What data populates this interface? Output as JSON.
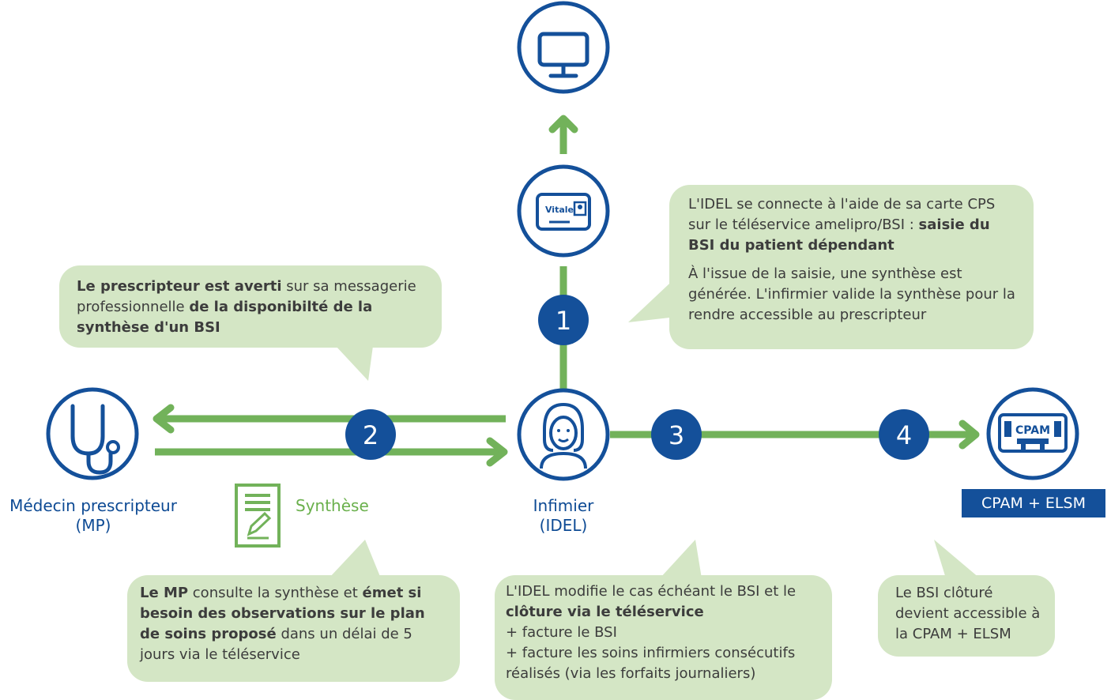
{
  "colors": {
    "blue": "#14509a",
    "green": "#72b25a",
    "bubble": "#d4e6c5",
    "text": "#3c3c3c"
  },
  "icons": [
    "monitor-icon",
    "vitale-card-icon",
    "stethoscope-icon",
    "nurse-icon",
    "cpam-building-icon",
    "document-icon"
  ],
  "vitale_label": "Vitale",
  "cpam_sign": "CPAM",
  "steps": [
    "1",
    "2",
    "3",
    "4"
  ],
  "actors": {
    "doctor": {
      "line1": "Médecin prescripteur",
      "line2": "(MP)"
    },
    "nurse": {
      "line1": "Infimier",
      "line2": "(IDEL)"
    },
    "cpam": {
      "label": "CPAM + ELSM"
    }
  },
  "synthese_label": "Synthèse",
  "bubbles": {
    "step1": {
      "p1_bold_lead": "",
      "p1_text": "L'IDEL se connecte à l'aide de sa carte CPS sur le téléservice amelipro/BSI : ",
      "p1_bold": "saisie du BSI du patient dépendant",
      "p2": "À l'issue de la saisie, une synthèse est générée. L'infirmier valide la synthèse pour la rendre accessible au prescripteur"
    },
    "averti": {
      "bold1": "Le prescripteur est averti",
      "text1": " sur sa messagerie professionnelle ",
      "bold2": "de la disponibilté de la synthèse d'un BSI"
    },
    "mp": {
      "bold1": "Le MP",
      "text1": " consulte la synthèse et ",
      "bold2": "émet si besoin des observations sur le plan de soins proposé",
      "text2": " dans un délai de 5 jours via le téléservice"
    },
    "idel": {
      "text1": "L'IDEL modifie le cas échéant le BSI et le ",
      "bold1": "clôture via le téléservice",
      "line2": "+ facture le BSI",
      "line3": "+ facture les soins infirmiers consécutifs réalisés (via les forfaits journaliers)"
    },
    "cpam": {
      "text": "Le BSI clôturé devient accessible à la CPAM + ELSM"
    }
  }
}
